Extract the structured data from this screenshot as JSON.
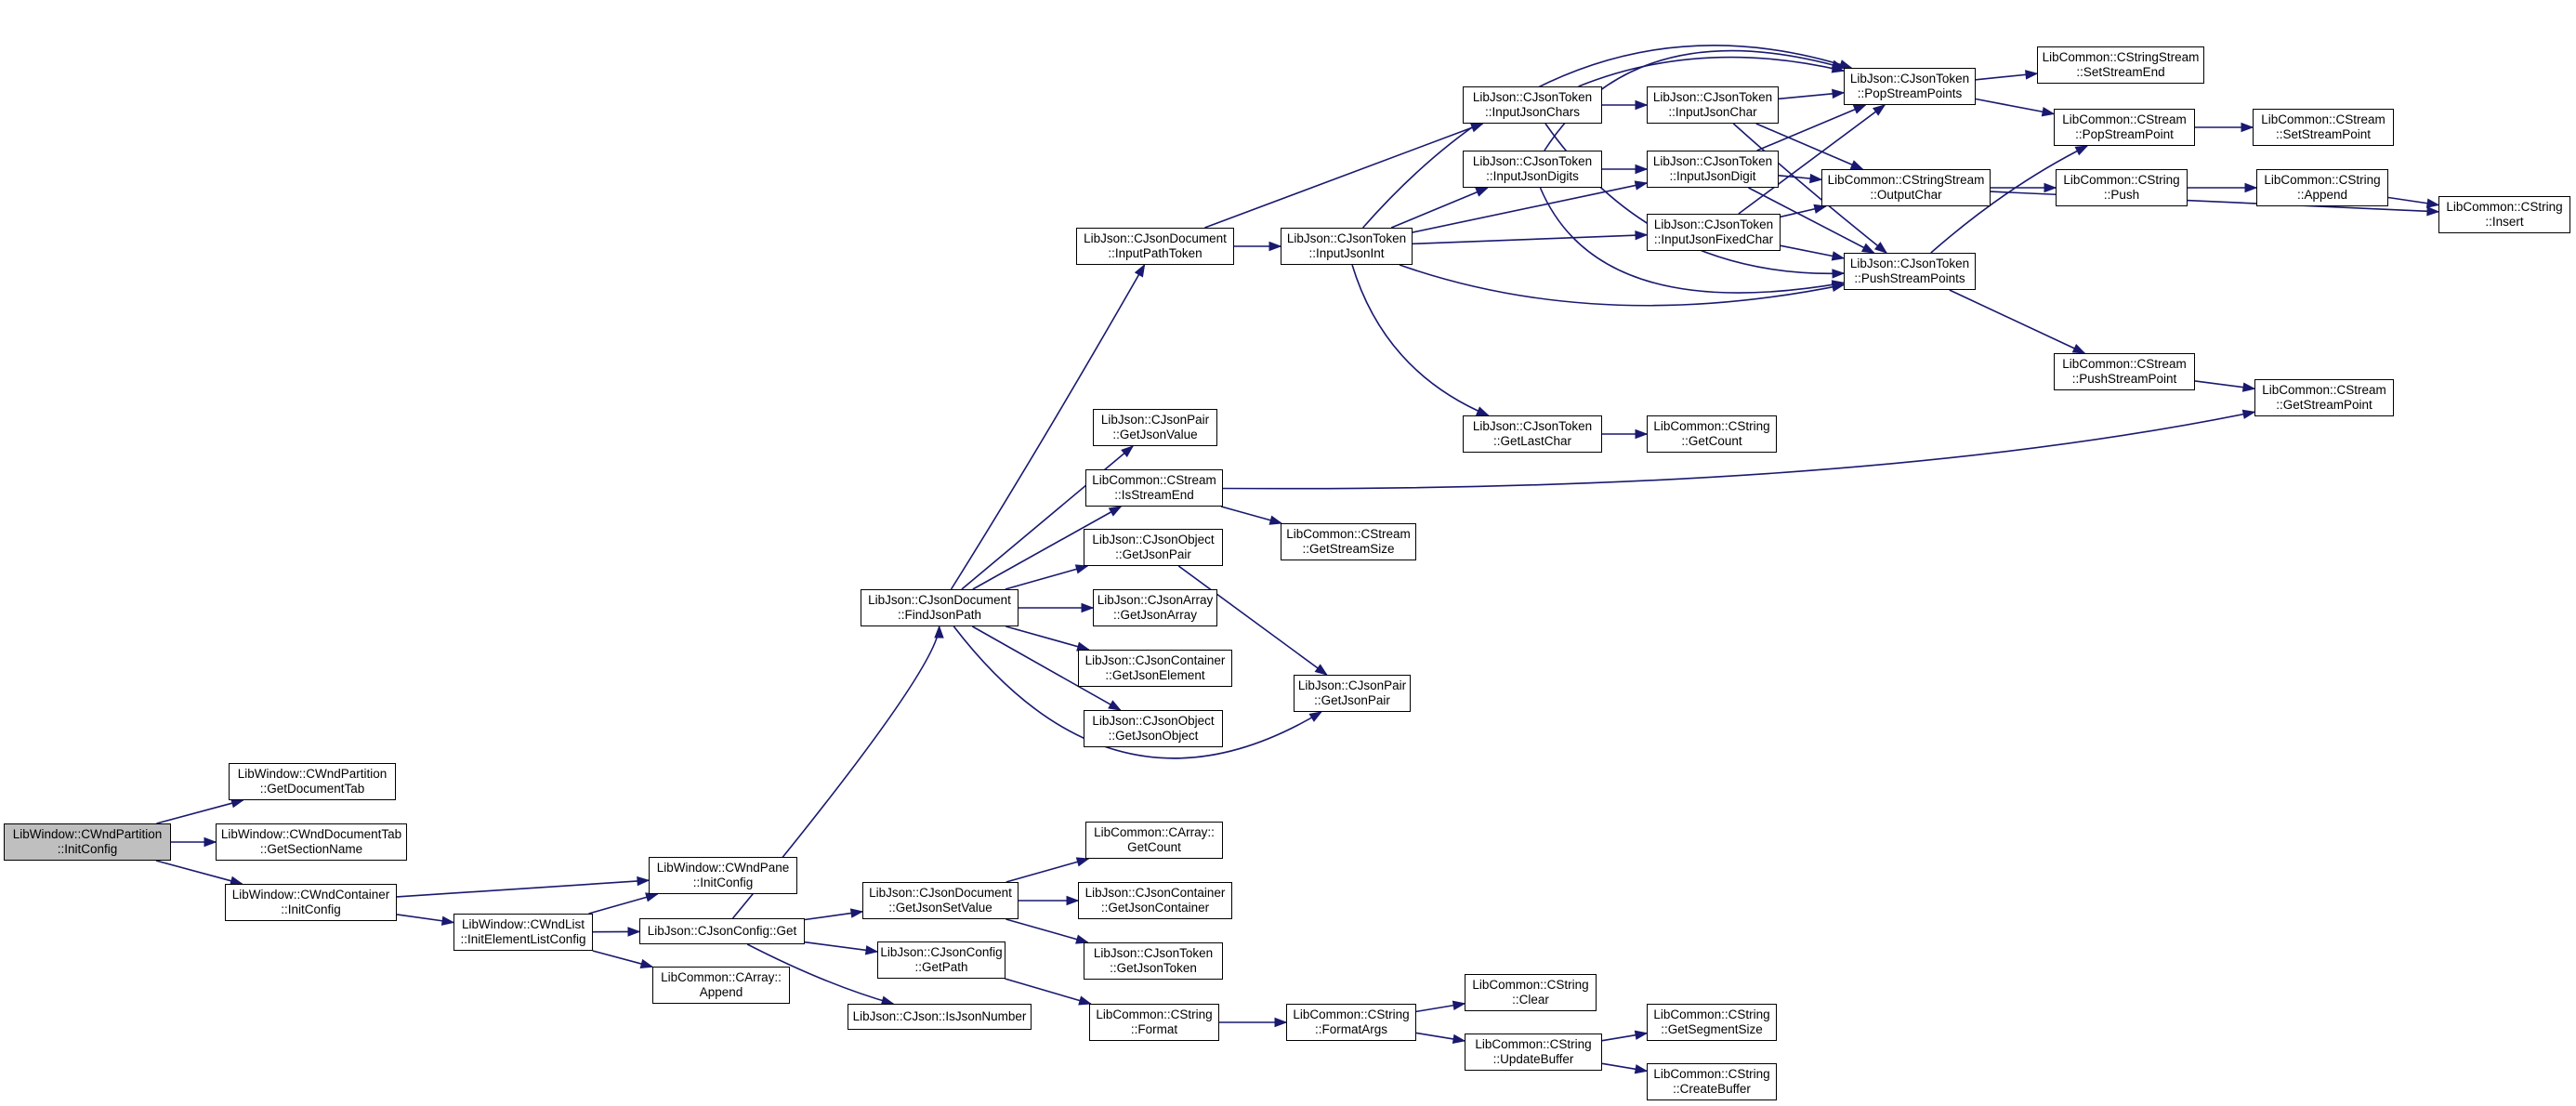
{
  "colors": {
    "edge": "#191970",
    "root_fill": "#bfbfbf",
    "node_fill": "#ffffff",
    "border": "#000000"
  },
  "nodes": [
    {
      "id": "root",
      "l1": "LibWindow::CWndPartition",
      "l2": "::InitConfig",
      "root": true
    },
    {
      "id": "getDocTab",
      "l1": "LibWindow::CWndPartition",
      "l2": "::GetDocumentTab"
    },
    {
      "id": "getSectionName",
      "l1": "LibWindow::CWndDocumentTab",
      "l2": "::GetSectionName"
    },
    {
      "id": "contInit",
      "l1": "LibWindow::CWndContainer",
      "l2": "::InitConfig"
    },
    {
      "id": "paneInit",
      "l1": "LibWindow::CWndPane",
      "l2": "::InitConfig"
    },
    {
      "id": "listInit",
      "l1": "LibWindow::CWndList",
      "l2": "::InitElementListConfig"
    },
    {
      "id": "cfgGet",
      "l1": "LibJson::CJsonConfig::Get",
      "l2": ""
    },
    {
      "id": "arrAppend",
      "l1": "LibCommon::CArray::",
      "l2": "Append"
    },
    {
      "id": "findPath",
      "l1": "LibJson::CJsonDocument",
      "l2": "::FindJsonPath"
    },
    {
      "id": "getSetValue",
      "l1": "LibJson::CJsonDocument",
      "l2": "::GetJsonSetValue"
    },
    {
      "id": "cfgPath",
      "l1": "LibJson::CJsonConfig",
      "l2": "::GetPath"
    },
    {
      "id": "isNumber",
      "l1": "LibJson::CJson::IsJsonNumber",
      "l2": ""
    },
    {
      "id": "inPathToken",
      "l1": "LibJson::CJsonDocument",
      "l2": "::InputPathToken"
    },
    {
      "id": "pairGetValue",
      "l1": "LibJson::CJsonPair",
      "l2": "::GetJsonValue"
    },
    {
      "id": "isStreamEnd",
      "l1": "LibCommon::CStream",
      "l2": "::IsStreamEnd"
    },
    {
      "id": "objGetPair",
      "l1": "LibJson::CJsonObject",
      "l2": "::GetJsonPair"
    },
    {
      "id": "arrGetArray",
      "l1": "LibJson::CJsonArray",
      "l2": "::GetJsonArray"
    },
    {
      "id": "contGetElem",
      "l1": "LibJson::CJsonContainer",
      "l2": "::GetJsonElement"
    },
    {
      "id": "objGetObj",
      "l1": "LibJson::CJsonObject",
      "l2": "::GetJsonObject"
    },
    {
      "id": "arrGetCount",
      "l1": "LibCommon::CArray::",
      "l2": "GetCount"
    },
    {
      "id": "contGetCont",
      "l1": "LibJson::CJsonContainer",
      "l2": "::GetJsonContainer"
    },
    {
      "id": "tokGetToken",
      "l1": "LibJson::CJsonToken",
      "l2": "::GetJsonToken"
    },
    {
      "id": "strFormat",
      "l1": "LibCommon::CString",
      "l2": "::Format"
    },
    {
      "id": "inJsonInt",
      "l1": "LibJson::CJsonToken",
      "l2": "::InputJsonInt"
    },
    {
      "id": "getStreamSize",
      "l1": "LibCommon::CStream",
      "l2": "::GetStreamSize"
    },
    {
      "id": "pairGetPair",
      "l1": "LibJson::CJsonPair",
      "l2": "::GetJsonPair"
    },
    {
      "id": "formatArgs",
      "l1": "LibCommon::CString",
      "l2": "::FormatArgs"
    },
    {
      "id": "inJsonChars",
      "l1": "LibJson::CJsonToken",
      "l2": "::InputJsonChars"
    },
    {
      "id": "inJsonDigits",
      "l1": "LibJson::CJsonToken",
      "l2": "::InputJsonDigits"
    },
    {
      "id": "getLastChar",
      "l1": "LibJson::CJsonToken",
      "l2": "::GetLastChar"
    },
    {
      "id": "strClear",
      "l1": "LibCommon::CString",
      "l2": "::Clear"
    },
    {
      "id": "updateBuffer",
      "l1": "LibCommon::CString",
      "l2": "::UpdateBuffer"
    },
    {
      "id": "inJsonChar",
      "l1": "LibJson::CJsonToken",
      "l2": "::InputJsonChar"
    },
    {
      "id": "inJsonDigit",
      "l1": "LibJson::CJsonToken",
      "l2": "::InputJsonDigit"
    },
    {
      "id": "inFixedChar",
      "l1": "LibJson::CJsonToken",
      "l2": "::InputJsonFixedChar"
    },
    {
      "id": "strGetCount",
      "l1": "LibCommon::CString",
      "l2": "::GetCount"
    },
    {
      "id": "getSegSize",
      "l1": "LibCommon::CString",
      "l2": "::GetSegmentSize"
    },
    {
      "id": "createBuffer",
      "l1": "LibCommon::CString",
      "l2": "::CreateBuffer"
    },
    {
      "id": "popStream",
      "l1": "LibJson::CJsonToken",
      "l2": "::PopStreamPoints"
    },
    {
      "id": "outputChar",
      "l1": "LibCommon::CStringStream",
      "l2": "::OutputChar"
    },
    {
      "id": "pushStream",
      "l1": "LibJson::CJsonToken",
      "l2": "::PushStreamPoints"
    },
    {
      "id": "setStreamEnd",
      "l1": "LibCommon::CStringStream",
      "l2": "::SetStreamEnd"
    },
    {
      "id": "popStreamPoint",
      "l1": "LibCommon::CStream",
      "l2": "::PopStreamPoint"
    },
    {
      "id": "strPush",
      "l1": "LibCommon::CString",
      "l2": "::Push"
    },
    {
      "id": "pushStreamPoint",
      "l1": "LibCommon::CStream",
      "l2": "::PushStreamPoint"
    },
    {
      "id": "setStreamPoint",
      "l1": "LibCommon::CStream",
      "l2": "::SetStreamPoint"
    },
    {
      "id": "strAppend",
      "l1": "LibCommon::CString",
      "l2": "::Append"
    },
    {
      "id": "getStreamPoint",
      "l1": "LibCommon::CStream",
      "l2": "::GetStreamPoint"
    },
    {
      "id": "strInsert",
      "l1": "LibCommon::CString",
      "l2": "::Insert"
    }
  ]
}
